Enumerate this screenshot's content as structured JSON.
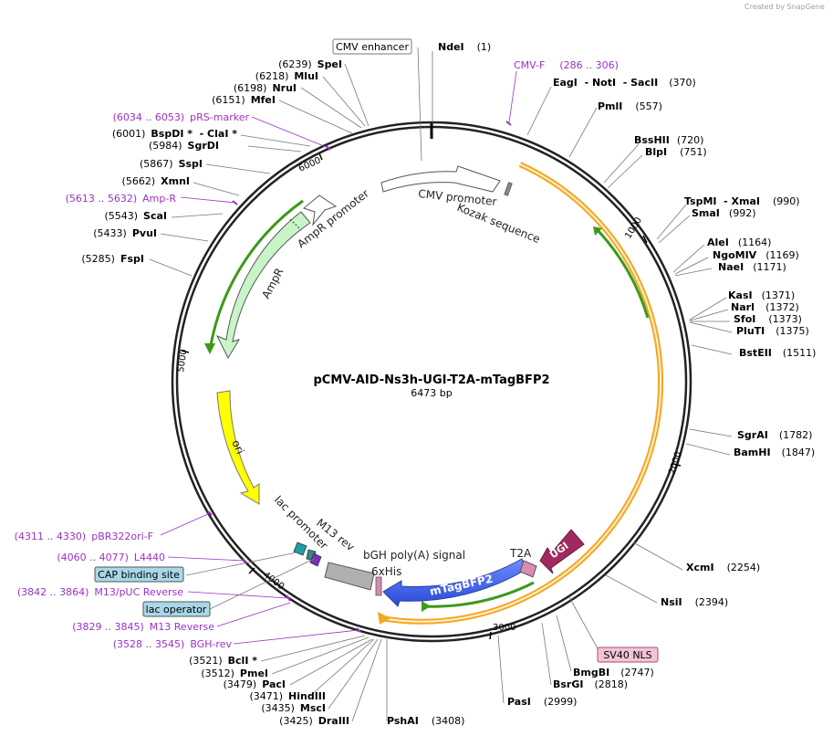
{
  "credit": "Created by SnapGene",
  "title": "pCMV-AID-Ns3h-UGI-T2A-mTagBFP2",
  "size": "6473 bp",
  "ticks": [
    "1000",
    "2000",
    "3000",
    "4000",
    "5000",
    "6000"
  ],
  "sites": [
    {
      "pos": "",
      "name": "NdeI",
      "pos_after": "(1)"
    },
    {
      "pos": "",
      "name": "EagI  - NotI  - SacII",
      "pos_after": "(370)"
    },
    {
      "pos": "",
      "name": "PmlI",
      "pos_after": "(557)"
    },
    {
      "pos": "",
      "name": "BssHII",
      "pos_after": "(720)"
    },
    {
      "pos": "",
      "name": "BlpI",
      "pos_after": "(751)"
    },
    {
      "pos": "",
      "name": "TspMI  - XmaI",
      "pos_after": "(990)"
    },
    {
      "pos": "",
      "name": "SmaI",
      "pos_after": "(992)"
    },
    {
      "pos": "",
      "name": "AleI",
      "pos_after": "(1164)"
    },
    {
      "pos": "",
      "name": "NgoMIV",
      "pos_after": "(1169)"
    },
    {
      "pos": "",
      "name": "NaeI",
      "pos_after": "(1171)"
    },
    {
      "pos": "",
      "name": "KasI",
      "pos_after": "(1371)"
    },
    {
      "pos": "",
      "name": "NarI",
      "pos_after": "(1372)"
    },
    {
      "pos": "",
      "name": "SfoI",
      "pos_after": "(1373)"
    },
    {
      "pos": "",
      "name": "PluTI",
      "pos_after": "(1375)"
    },
    {
      "pos": "",
      "name": "BstEII",
      "pos_after": "(1511)"
    },
    {
      "pos": "",
      "name": "SgrAI",
      "pos_after": "(1782)"
    },
    {
      "pos": "",
      "name": "BamHI",
      "pos_after": "(1847)"
    },
    {
      "pos": "",
      "name": "XcmI",
      "pos_after": "(2254)"
    },
    {
      "pos": "",
      "name": "NsiI",
      "pos_after": "(2394)"
    },
    {
      "pos": "",
      "name": "BmgBI",
      "pos_after": "(2747)"
    },
    {
      "pos": "",
      "name": "BsrGI",
      "pos_after": "(2818)"
    },
    {
      "pos": "",
      "name": "PasI",
      "pos_after": "(2999)"
    },
    {
      "pos": "",
      "name": "PshAI",
      "pos_after": "(3408)"
    },
    {
      "pos": "(3425)",
      "name": "DraIII",
      "pos_after": ""
    },
    {
      "pos": "(3435)",
      "name": "MscI",
      "pos_after": ""
    },
    {
      "pos": "(3471)",
      "name": "HindIII",
      "pos_after": ""
    },
    {
      "pos": "(3479)",
      "name": "PacI",
      "pos_after": ""
    },
    {
      "pos": "(3512)",
      "name": "PmeI",
      "pos_after": ""
    },
    {
      "pos": "(3521)",
      "name": "BclI *",
      "pos_after": ""
    },
    {
      "pos": "(5285)",
      "name": "FspI",
      "pos_after": ""
    },
    {
      "pos": "(5433)",
      "name": "PvuI",
      "pos_after": ""
    },
    {
      "pos": "(5543)",
      "name": "ScaI",
      "pos_after": ""
    },
    {
      "pos": "(5662)",
      "name": "XmnI",
      "pos_after": ""
    },
    {
      "pos": "(5867)",
      "name": "SspI",
      "pos_after": ""
    },
    {
      "pos": "(5984)",
      "name": "SgrDI",
      "pos_after": ""
    },
    {
      "pos": "(6001)",
      "name": "BspDI *  - ClaI *",
      "pos_after": ""
    },
    {
      "pos": "(6151)",
      "name": "MfeI",
      "pos_after": ""
    },
    {
      "pos": "(6198)",
      "name": "NruI",
      "pos_after": ""
    },
    {
      "pos": "(6218)",
      "name": "MluI",
      "pos_after": ""
    },
    {
      "pos": "(6239)",
      "name": "SpeI",
      "pos_after": ""
    }
  ],
  "primers": [
    {
      "name": "CMV-F",
      "range": "(286 .. 306)"
    },
    {
      "name": "BGH-rev",
      "range": "(3528 .. 3545)"
    },
    {
      "name": "M13 Reverse",
      "range": "(3829 .. 3845)"
    },
    {
      "name": "M13/pUC Reverse",
      "range": "(3842 .. 3864)"
    },
    {
      "name": "L4440",
      "range": "(4060 .. 4077)"
    },
    {
      "name": "pBR322ori-F",
      "range": "(4311 .. 4330)"
    },
    {
      "name": "Amp-R",
      "range": "(5613 .. 5632)"
    },
    {
      "name": "pRS-marker",
      "range": "(6034 .. 6053)"
    }
  ],
  "boxed_labels": {
    "cmv_enhancer": "CMV enhancer",
    "cap_binding_site": "CAP binding site",
    "lac_operator": "lac operator",
    "sv40_nls": "SV40 NLS"
  },
  "features": {
    "cmv_promoter": "CMV promoter",
    "kozak_sequence": "Kozak sequence",
    "ampr_promoter": "AmpR promoter",
    "ampr": "AmpR",
    "ori": "ori",
    "lac_promoter": "lac promoter",
    "m13_rev": "M13 rev",
    "bgh_polya": "bGH poly(A) signal",
    "his_tag": "6xHis",
    "mtagbfp2": "mTagBFP2",
    "t2a": "T2A",
    "ugi": "UGI"
  },
  "colors": {
    "backbone": "#222222",
    "primer": "#9b30c8",
    "orange_feature": "#f5a623",
    "green_feature": "#3a9a1a",
    "promoter_fill": "#ffffff",
    "ampr_fill": "#c8f5c8",
    "ori_fill": "#ffff00",
    "bfp_fill": "#3f63e8",
    "ugi_fill": "#a02a5e",
    "t2a_fill": "#d98bb0",
    "polya_fill": "#b0b0b0",
    "cap_fill": "#a8d8e8",
    "sv40_fill": "#f2c4d8"
  }
}
